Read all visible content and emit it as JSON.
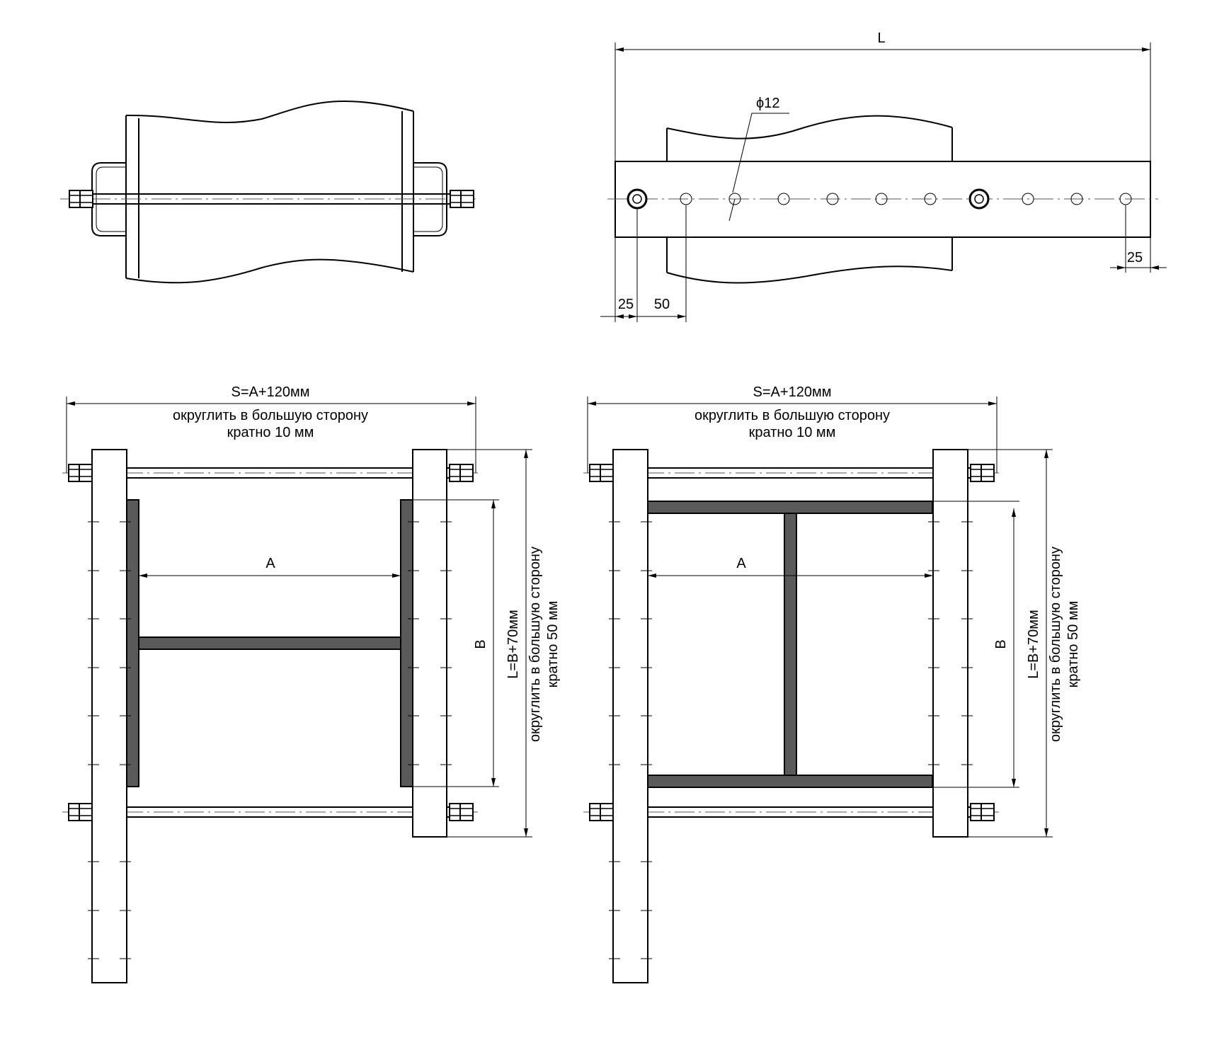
{
  "top_right": {
    "dim_length": "L",
    "dim_hole": "ϕ12",
    "dim_edge_left": "25",
    "dim_pitch": "50",
    "dim_edge_right": "25"
  },
  "bottom_left": {
    "dim_s": "S=A+120мм",
    "dim_s_note1": "округлить в большую сторону",
    "dim_s_note2": "кратно 10 мм",
    "dim_a": "A",
    "dim_b": "B",
    "dim_l": "L=B+70мм",
    "dim_l_note1": "округлить в большую сторону",
    "dim_l_note2": "кратно 50 мм"
  },
  "bottom_right": {
    "dim_s": "S=A+120мм",
    "dim_s_note1": "округлить в большую сторону",
    "dim_s_note2": "кратно 10 мм",
    "dim_a": "A",
    "dim_b": "B",
    "dim_l": "L=B+70мм",
    "dim_l_note1": "округлить в большую сторону",
    "dim_l_note2": "кратно 50 мм"
  }
}
